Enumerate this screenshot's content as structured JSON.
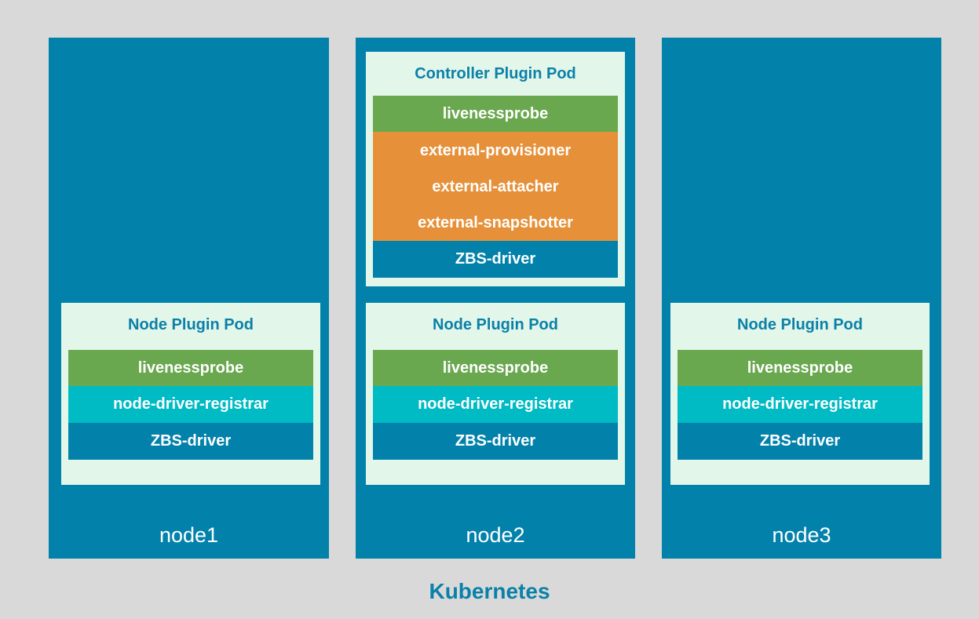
{
  "colors": {
    "background": "#d9d9d9",
    "node": "#0282aa",
    "pod": "#e2f6ea",
    "title_text": "#0b80a8",
    "livenessprobe": "#6aa84f",
    "registrar": "#00bac4",
    "driver": "#0282aa",
    "sidecars": "#e6913a"
  },
  "cluster_label": "Kubernetes",
  "nodes": [
    {
      "label": "node1",
      "node_pod": {
        "title": "Node Plugin Pod",
        "containers": [
          "livenessprobe",
          "node-driver-registrar",
          "ZBS-driver"
        ]
      }
    },
    {
      "label": "node2",
      "controller_pod": {
        "title": "Controller Plugin Pod",
        "containers": [
          "livenessprobe",
          "external-provisioner",
          "external-attacher",
          "external-snapshotter",
          "ZBS-driver"
        ]
      },
      "node_pod": {
        "title": "Node Plugin Pod",
        "containers": [
          "livenessprobe",
          "node-driver-registrar",
          "ZBS-driver"
        ]
      }
    },
    {
      "label": "node3",
      "node_pod": {
        "title": "Node Plugin Pod",
        "containers": [
          "livenessprobe",
          "node-driver-registrar",
          "ZBS-driver"
        ]
      }
    }
  ]
}
